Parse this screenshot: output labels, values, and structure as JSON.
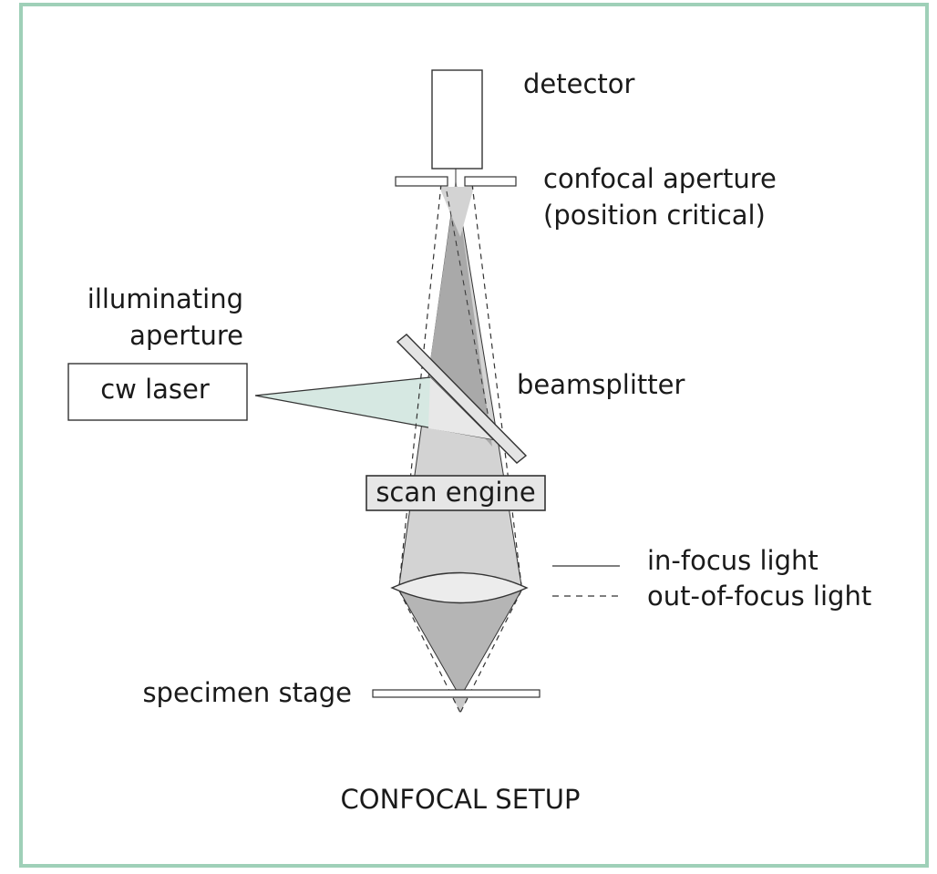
{
  "diagram": {
    "title": "CONFOCAL SETUP",
    "components": {
      "detector": "detector",
      "confocal_aperture_line1": "confocal aperture",
      "confocal_aperture_line2": "(position critical)",
      "illuminating_aperture_line1": "illuminating",
      "illuminating_aperture_line2": "aperture",
      "laser": "cw laser",
      "beamsplitter": "beamsplitter",
      "scan_engine": "scan engine",
      "specimen_stage": "specimen stage"
    },
    "legend": {
      "in_focus": "in-focus light",
      "out_of_focus": "out-of-focus light"
    },
    "colors": {
      "frame": "#9fd0b8",
      "beam_dark": "#a9a9a9",
      "beam_light": "#d3d3d3",
      "laser_beam": "#d6e8e2",
      "scan_engine_fill": "#e6e6e6",
      "outline": "#333333"
    }
  }
}
